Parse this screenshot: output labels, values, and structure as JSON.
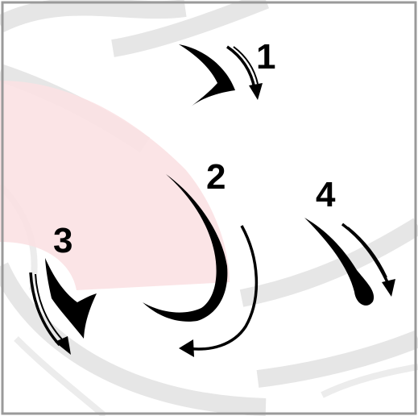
{
  "diagram": {
    "steps": [
      {
        "label": "1",
        "description_icon": "hook-stroke-with-clockwise-arrow"
      },
      {
        "label": "2",
        "description_icon": "long-curved-stroke-with-arrow"
      },
      {
        "label": "3",
        "description_icon": "short-hook-stroke-with-arrow"
      },
      {
        "label": "4",
        "description_icon": "teardrop-stroke-with-arrow"
      }
    ],
    "colors": {
      "stroke": "#000000",
      "background_swirl": "#e8e8e8",
      "pink_region": "#fbe1e3",
      "frame": "#a0a0a0"
    }
  }
}
